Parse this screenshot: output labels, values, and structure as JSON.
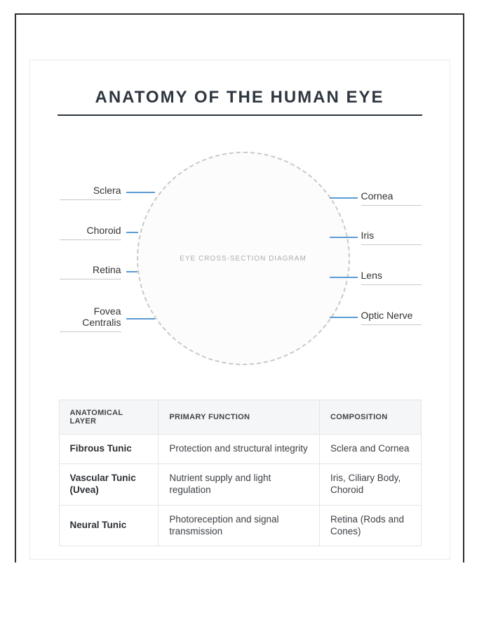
{
  "header": {
    "title": "ANATOMY OF THE HUMAN EYE"
  },
  "diagram": {
    "center_label": "EYE CROSS-SECTION DIAGRAM",
    "left_labels": [
      "Sclera",
      "Choroid",
      "Retina",
      "Fovea Centralis"
    ],
    "right_labels": [
      "Cornea",
      "Iris",
      "Lens",
      "Optic Nerve"
    ]
  },
  "table": {
    "headers": [
      "ANATOMICAL LAYER",
      "PRIMARY FUNCTION",
      "COMPOSITION"
    ],
    "rows": [
      [
        "Fibrous Tunic",
        "Protection and structural integrity",
        "Sclera and Cornea"
      ],
      [
        "Vascular Tunic (Uvea)",
        "Nutrient supply and light regulation",
        "Iris, Ciliary Body, Choroid"
      ],
      [
        "Neural Tunic",
        "Photoreception and signal transmission",
        "Retina (Rods and Cones)"
      ]
    ]
  },
  "colors": {
    "accent_connector": "#5b9bd5",
    "title_text": "#2f3640",
    "circle_outline": "#c9c9c9",
    "table_header_bg": "#f5f6f7",
    "underline_gray": "#c9c9c9",
    "table_border": "#e4e5e6"
  }
}
